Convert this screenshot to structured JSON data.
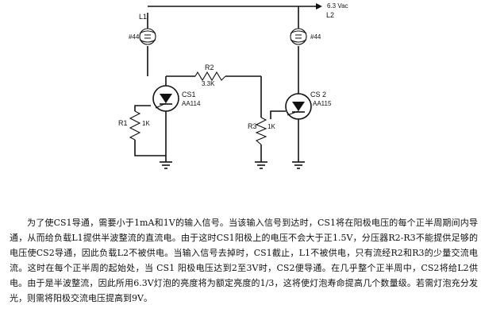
{
  "schematic": {
    "supply_label": "6.3 Vac",
    "lamp1": {
      "name": "L1",
      "type": "#44"
    },
    "lamp2": {
      "name": "L2",
      "type": "#44"
    },
    "r2": {
      "name": "R2",
      "value": "3.3K"
    },
    "cs1": {
      "name": "CS1",
      "part": "AA114"
    },
    "cs2": {
      "name": "CS 2",
      "part": "AA115"
    },
    "r1": {
      "name": "R1",
      "value": "1K"
    },
    "r3": {
      "name": "R3",
      "value": "1K"
    }
  },
  "caption": {
    "text": "为了使CS1导通，需要小于1mA和1V的输入信号。当该输入信号到达时，CS1将在阳极电压的每个正半周期间内导通，从而给负载L1提供半波整流的直流电。由于这时CS1阳极上的电压不会大于正1.5V，分压器R2-R3不能提供足够的电压使CS2导通，因此负载L2不被供电。当输入信号去掉时，CS1截止，L1不被供电，只有流经R2和R3的少量交流电流。这时在每个正半周的起始处，当 CS1 阳极电压达到2至3V时，CS2便导通。在几乎整个正半周中，CS2将给L2供电。由于是半波整流，因此所用6.3V灯泡的亮度将为额定亮度的1/3，这将使灯泡寿命提高几个数量级。若需灯泡充分发光，则需将阳极交流电压提高到9V。"
  }
}
